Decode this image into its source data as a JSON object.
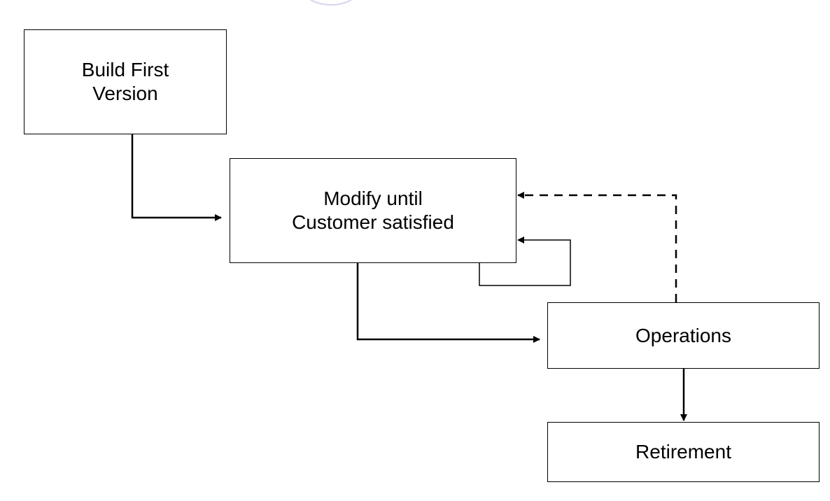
{
  "diagram": {
    "nodes": {
      "build_first_version": {
        "line1": "Build First",
        "line2": "Version"
      },
      "modify_until_satisfied": {
        "line1": "Modify until",
        "line2": "Customer satisfied"
      },
      "operations": {
        "label": "Operations"
      },
      "retirement": {
        "label": "Retirement"
      }
    },
    "edges": [
      {
        "from": "Build First Version",
        "to": "Modify until Customer satisfied",
        "style": "solid"
      },
      {
        "from": "Modify until Customer satisfied",
        "to": "Modify until Customer satisfied",
        "style": "solid"
      },
      {
        "from": "Modify until Customer satisfied",
        "to": "Operations",
        "style": "solid"
      },
      {
        "from": "Operations",
        "to": "Modify until Customer satisfied",
        "style": "dashed"
      },
      {
        "from": "Operations",
        "to": "Retirement",
        "style": "solid"
      }
    ],
    "colors": {
      "stroke": "#000000",
      "background": "#ffffff",
      "decor_circle": "#d9d3ee"
    }
  }
}
